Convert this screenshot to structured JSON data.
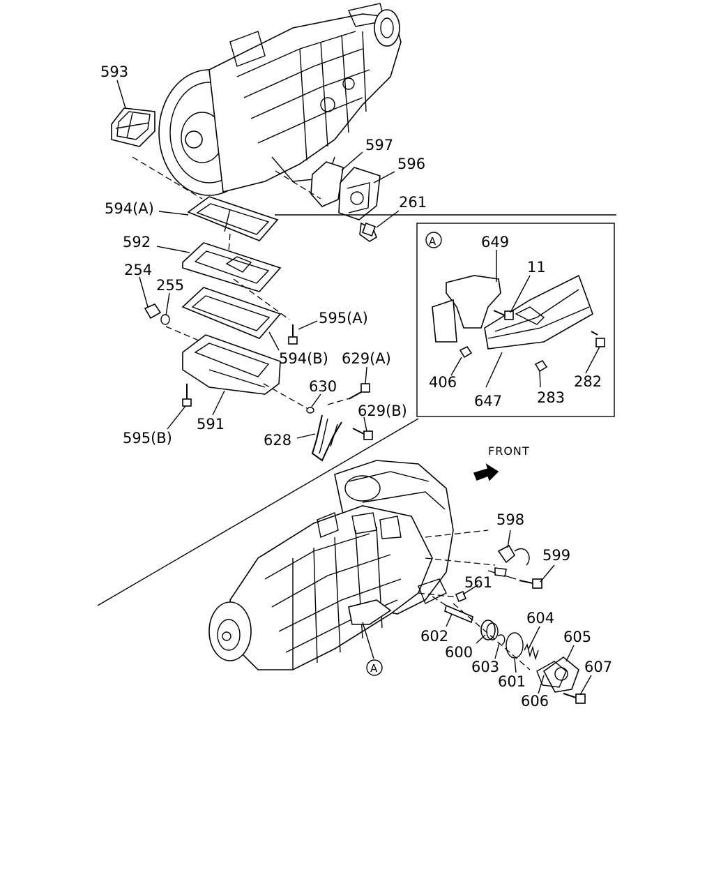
{
  "labels": {
    "p593": "593",
    "p597": "597",
    "p596": "596",
    "p261": "261",
    "p594a": "594(A)",
    "p592": "592",
    "p254": "254",
    "p255": "255",
    "p595a": "595(A)",
    "p594b": "594(B)",
    "p629a": "629(A)",
    "p630": "630",
    "p629b": "629(B)",
    "p595b": "595(B)",
    "p591": "591",
    "p628": "628",
    "inset_marker": "A",
    "p649": "649",
    "p11": "11",
    "p406": "406",
    "p647": "647",
    "p283": "283",
    "p282": "282",
    "front": "FRONT",
    "p598": "598",
    "p599": "599",
    "p561": "561",
    "p604": "604",
    "p605": "605",
    "p602": "602",
    "p607": "607",
    "p600": "600",
    "p603": "603",
    "p601": "601",
    "p606": "606",
    "ref_marker": "A"
  }
}
